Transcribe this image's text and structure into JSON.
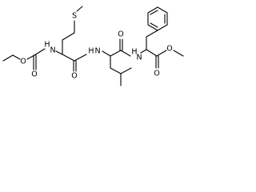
{
  "structure": {
    "atoms": {
      "sulfur": "S",
      "carbamate_ether_oxygen": "O",
      "carbamate_carbonyl_oxygen": "O",
      "carbamate_nitrogen_h": "H",
      "carbamate_nitrogen": "N",
      "methionine_carbonyl_oxygen": "O",
      "leucine_nitrogen_h": "H",
      "leucine_nitrogen": "N",
      "leucine_carbonyl_oxygen": "O",
      "phenylalanine_nitrogen_h": "H",
      "phenylalanine_nitrogen": "N",
      "ester_ether_oxygen": "O",
      "ester_carbonyl_oxygen": "O"
    },
    "colors": {
      "bond": "#000000",
      "label": "#000000",
      "background": "#ffffff"
    }
  }
}
